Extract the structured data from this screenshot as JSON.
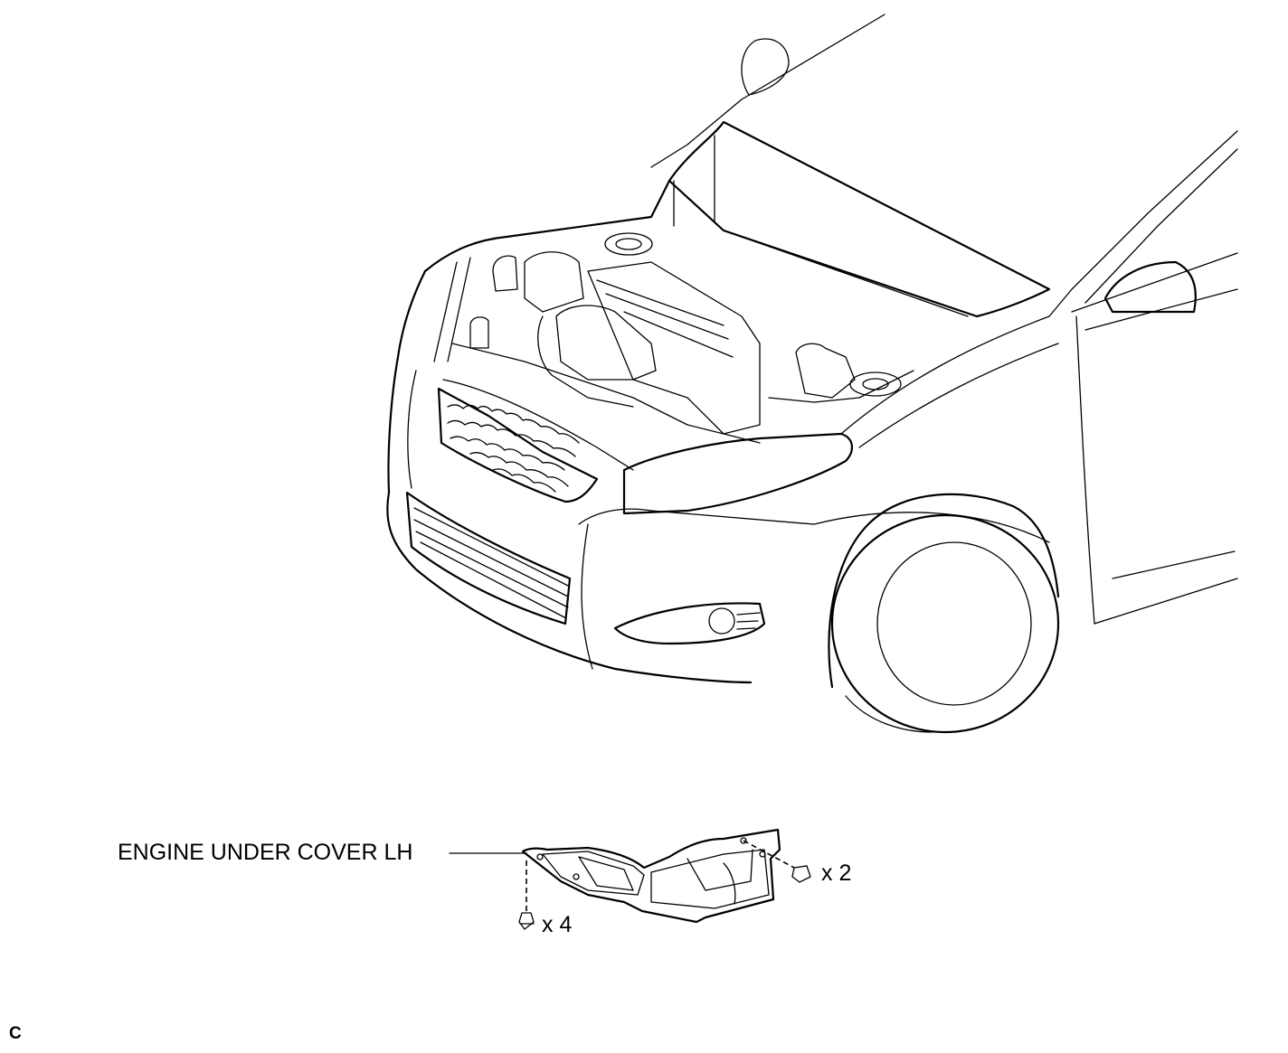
{
  "labels": {
    "part_name": "ENGINE UNDER COVER LH",
    "qty_upper_fasteners": "x 2",
    "qty_lower_fasteners": "x 4",
    "corner_code": "C"
  },
  "colors": {
    "line": "#000000",
    "background": "#ffffff"
  }
}
